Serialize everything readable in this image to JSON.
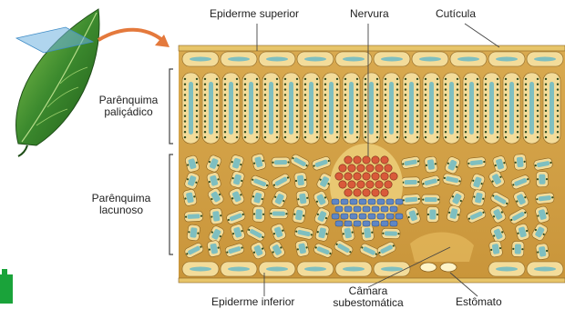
{
  "labels": {
    "epiderme_superior": "Epiderme superior",
    "nervura": "Nervura",
    "cuticula": "Cutícula",
    "parenquima_palicadico_1": "Parênquima",
    "parenquima_palicadico_2": "paliçádico",
    "parenquima_lacunoso_1": "Parênquima",
    "parenquima_lacunoso_2": "lacunoso",
    "epiderme_inferior": "Epiderme inferior",
    "camara_1": "Câmara",
    "camara_2": "subestomática",
    "estomato": "Estômato"
  },
  "colors": {
    "tissue_background": "#d8a84a",
    "cell_wall": "#f3dc9a",
    "cell_fill": "#7fbfc0",
    "chloroplast": "#2d4a1e",
    "xylem": "#d95a3a",
    "phloem": "#5f86c4",
    "leaf": "#3c8a2e",
    "arrow": "#e4793c",
    "plane": "#6fb3e0",
    "badge": "#1aa33a"
  }
}
